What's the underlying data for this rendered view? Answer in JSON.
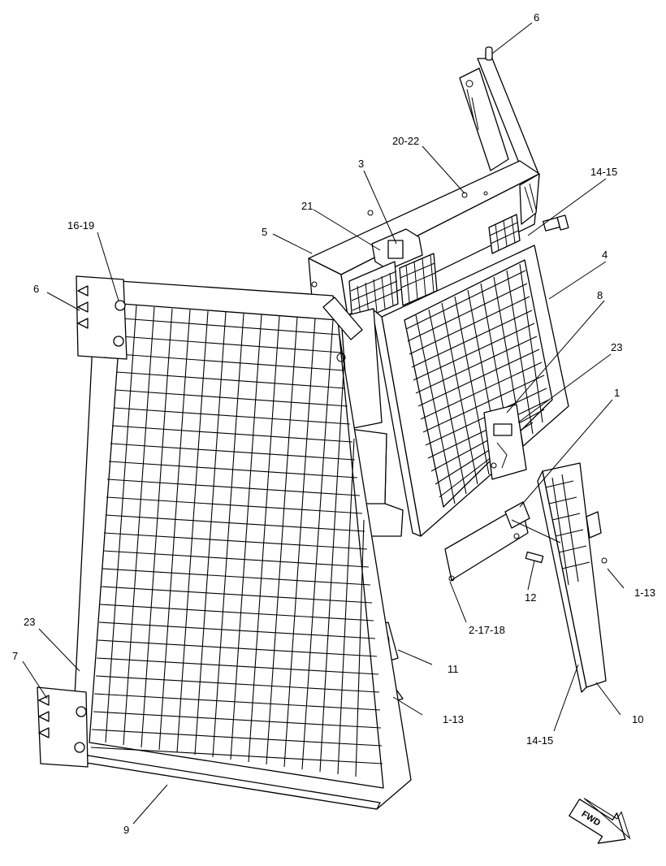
{
  "diagram": {
    "callouts": {
      "c6_top": "6",
      "c20_22": "20-22",
      "c3": "3",
      "c14_15_top": "14-15",
      "c21": "21",
      "c5": "5",
      "c16_19": "16-19",
      "c6_left": "6",
      "c4": "4",
      "c8": "8",
      "c23_right": "23",
      "c1": "1",
      "c1_13_right": "1-13",
      "c12": "12",
      "c2_17_18": "2-17-18",
      "c23_left": "23",
      "c11": "11",
      "c7": "7",
      "c1_13_bottom": "1-13",
      "c10": "10",
      "c14_15_bottom": "14-15",
      "c9": "9"
    },
    "direction_arrow": {
      "label": "FWD",
      "icon": "forward-arrow-icon"
    }
  }
}
